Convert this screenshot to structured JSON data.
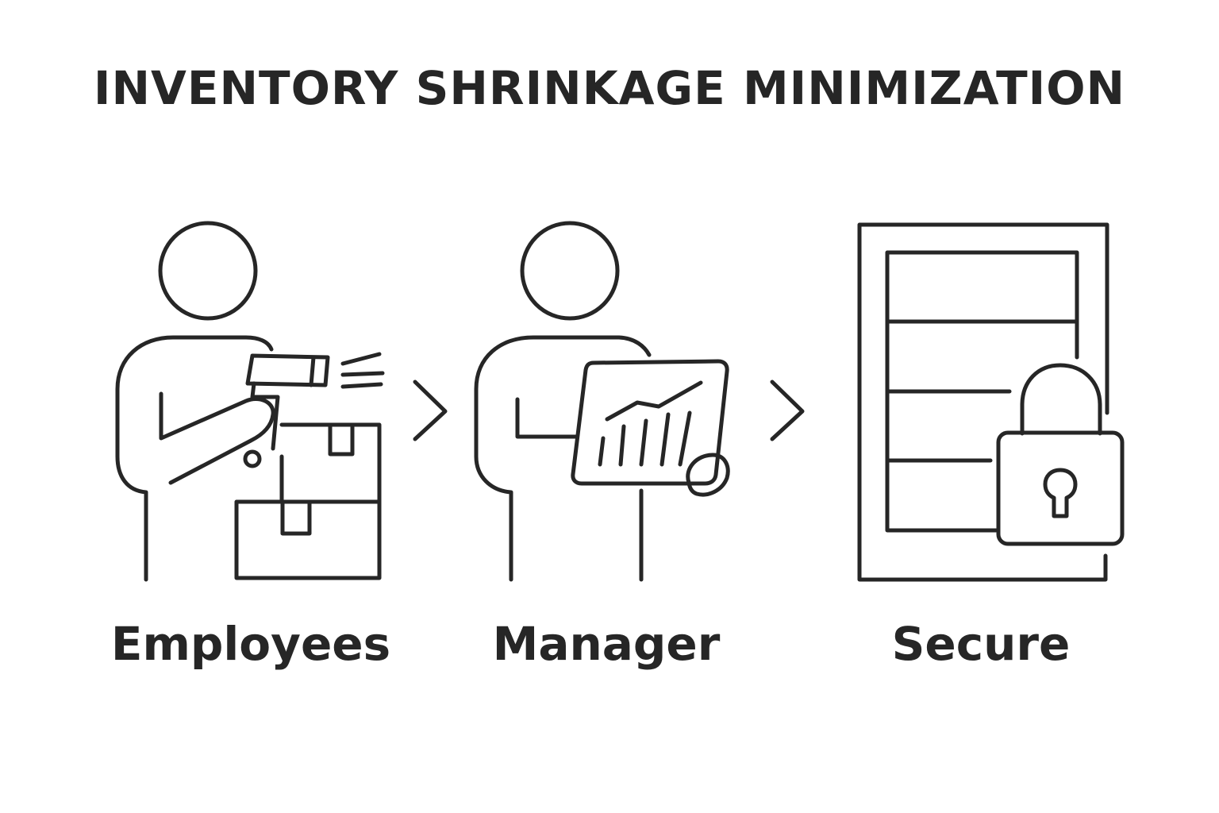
{
  "title": "INVENTORY SHRINKAGE MINIMIZATION",
  "colors": {
    "ink": "#262626",
    "background": "#ffffff"
  },
  "steps": [
    {
      "label": "Employees",
      "icon": "employee-scanning-boxes-icon"
    },
    {
      "label": "Manager",
      "icon": "manager-with-chart-tablet-icon"
    },
    {
      "label": "Secure",
      "icon": "locked-cabinet-icon"
    }
  ],
  "connectors": [
    "chevron-right-icon",
    "chevron-right-icon"
  ]
}
